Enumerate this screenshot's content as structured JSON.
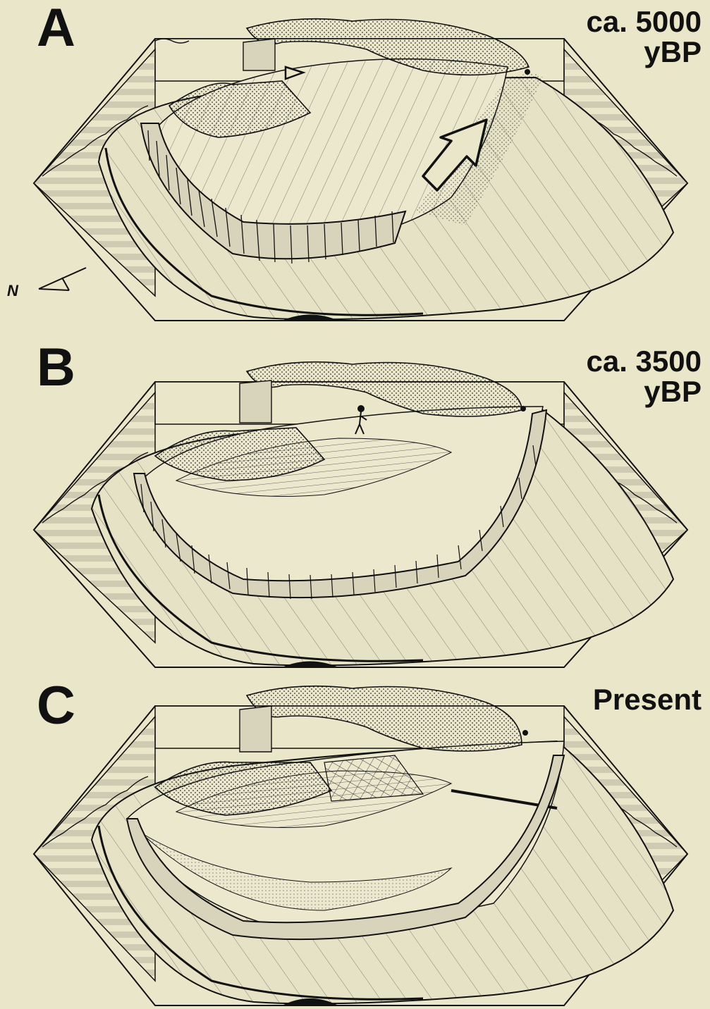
{
  "panels": [
    {
      "letter": "A",
      "date_line1": "ca. 5000",
      "date_line2": "yBP"
    },
    {
      "letter": "B",
      "date_line1": "ca. 3500",
      "date_line2": "yBP"
    },
    {
      "letter": "C",
      "date_line1": "Present",
      "date_line2": ""
    }
  ],
  "north_label": "N",
  "colors": {
    "background": "#eae6c9",
    "ink": "#111111",
    "stipple": "#8a8678"
  },
  "icons": [
    "north-arrow-icon",
    "flow-arrow-icon",
    "human-figure-icon"
  ]
}
